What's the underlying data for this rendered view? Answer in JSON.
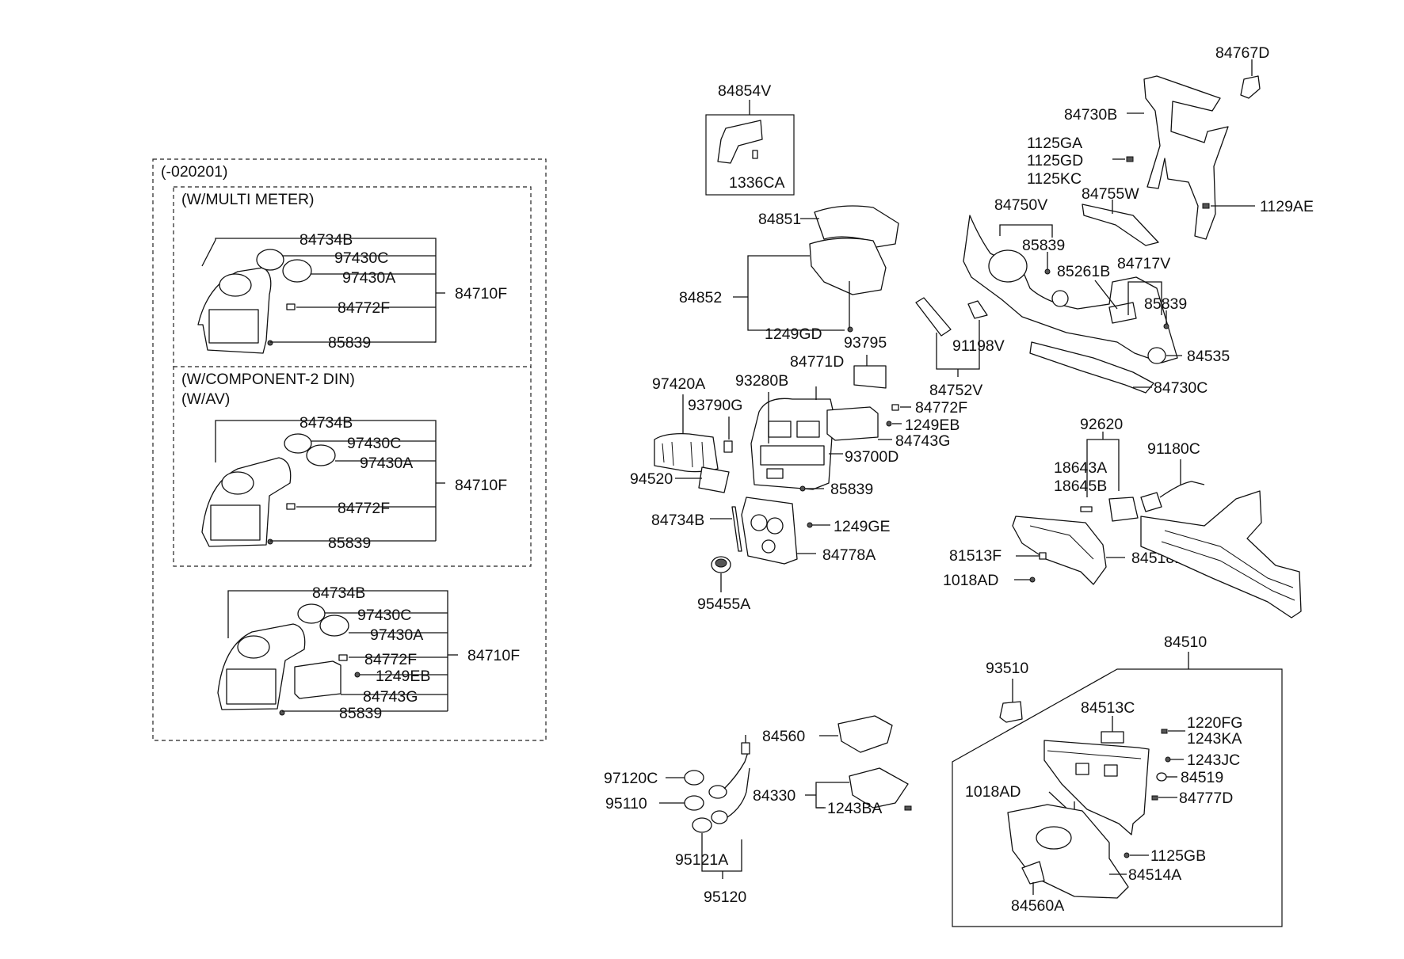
{
  "groups": {
    "date_group": "(-020201)",
    "multi_meter": "(W/MULTI METER)",
    "component_2din": "(W/COMPONENT-2 DIN)",
    "av": "(W/AV)"
  },
  "left_panel": {
    "multi_meter": {
      "p1": "84734B",
      "p2": "97430C",
      "p3": "97430A",
      "p4": "84710F",
      "p5": "84772F",
      "p6": "85839"
    },
    "component": {
      "p1": "84734B",
      "p2": "97430C",
      "p3": "97430A",
      "p4": "84710F",
      "p5": "84772F",
      "p6": "85839"
    },
    "standard": {
      "p1": "84734B",
      "p2": "97430C",
      "p3": "97430A",
      "p4": "84710F",
      "p5": "84772F",
      "p6": "1249EB",
      "p7": "84743G",
      "p8": "85839"
    }
  },
  "center_upper": {
    "p84854V": "84854V",
    "p1336CA": "1336CA",
    "p84851": "84851",
    "p84852": "84852",
    "p1249GD": "1249GD",
    "p93795": "93795",
    "p84771D": "84771D",
    "p97420A": "97420A",
    "p93280B": "93280B",
    "p93790G": "93790G",
    "p84772F": "84772F",
    "p1249EB": "1249EB",
    "p84743G": "84743G",
    "p93700D": "93700D",
    "p94520": "94520",
    "p85839": "85839",
    "p84734B": "84734B",
    "p1249GE": "1249GE",
    "p84778A": "84778A",
    "p95455A": "95455A"
  },
  "right_upper": {
    "p84767D": "84767D",
    "p84730B": "84730B",
    "p1125GA": "1125GA",
    "p1125GD": "1125GD",
    "p1125KC": "1125KC",
    "p84755W": "84755W",
    "p1129AE": "1129AE",
    "p84750V": "84750V",
    "p85839a": "85839",
    "p85261B": "85261B",
    "p84717V": "84717V",
    "p85839b": "85839",
    "p91198V": "91198V",
    "p84535": "84535",
    "p84752V": "84752V",
    "p84730C": "84730C"
  },
  "right_middle": {
    "p92620": "92620",
    "p91180C": "91180C",
    "p18643A": "18643A",
    "p18645B": "18645B",
    "p81513F": "81513F",
    "p1018AD": "1018AD",
    "p84518D": "84518D"
  },
  "glovebox": {
    "p84510": "84510",
    "p93510": "93510",
    "p84513C": "84513C",
    "p1220FG": "1220FG",
    "p1243KA": "1243KA",
    "p1243JC": "1243JC",
    "p84519": "84519",
    "p1018AD": "1018AD",
    "p84777D": "84777D",
    "p1125GB": "1125GB",
    "p84514A": "84514A",
    "p84560A": "84560A"
  },
  "center_lower": {
    "p84560": "84560",
    "p97120C": "97120C",
    "p84330": "84330",
    "p95110": "95110",
    "p1243BA": "1243BA",
    "p95121A": "95121A",
    "p95120": "95120"
  }
}
